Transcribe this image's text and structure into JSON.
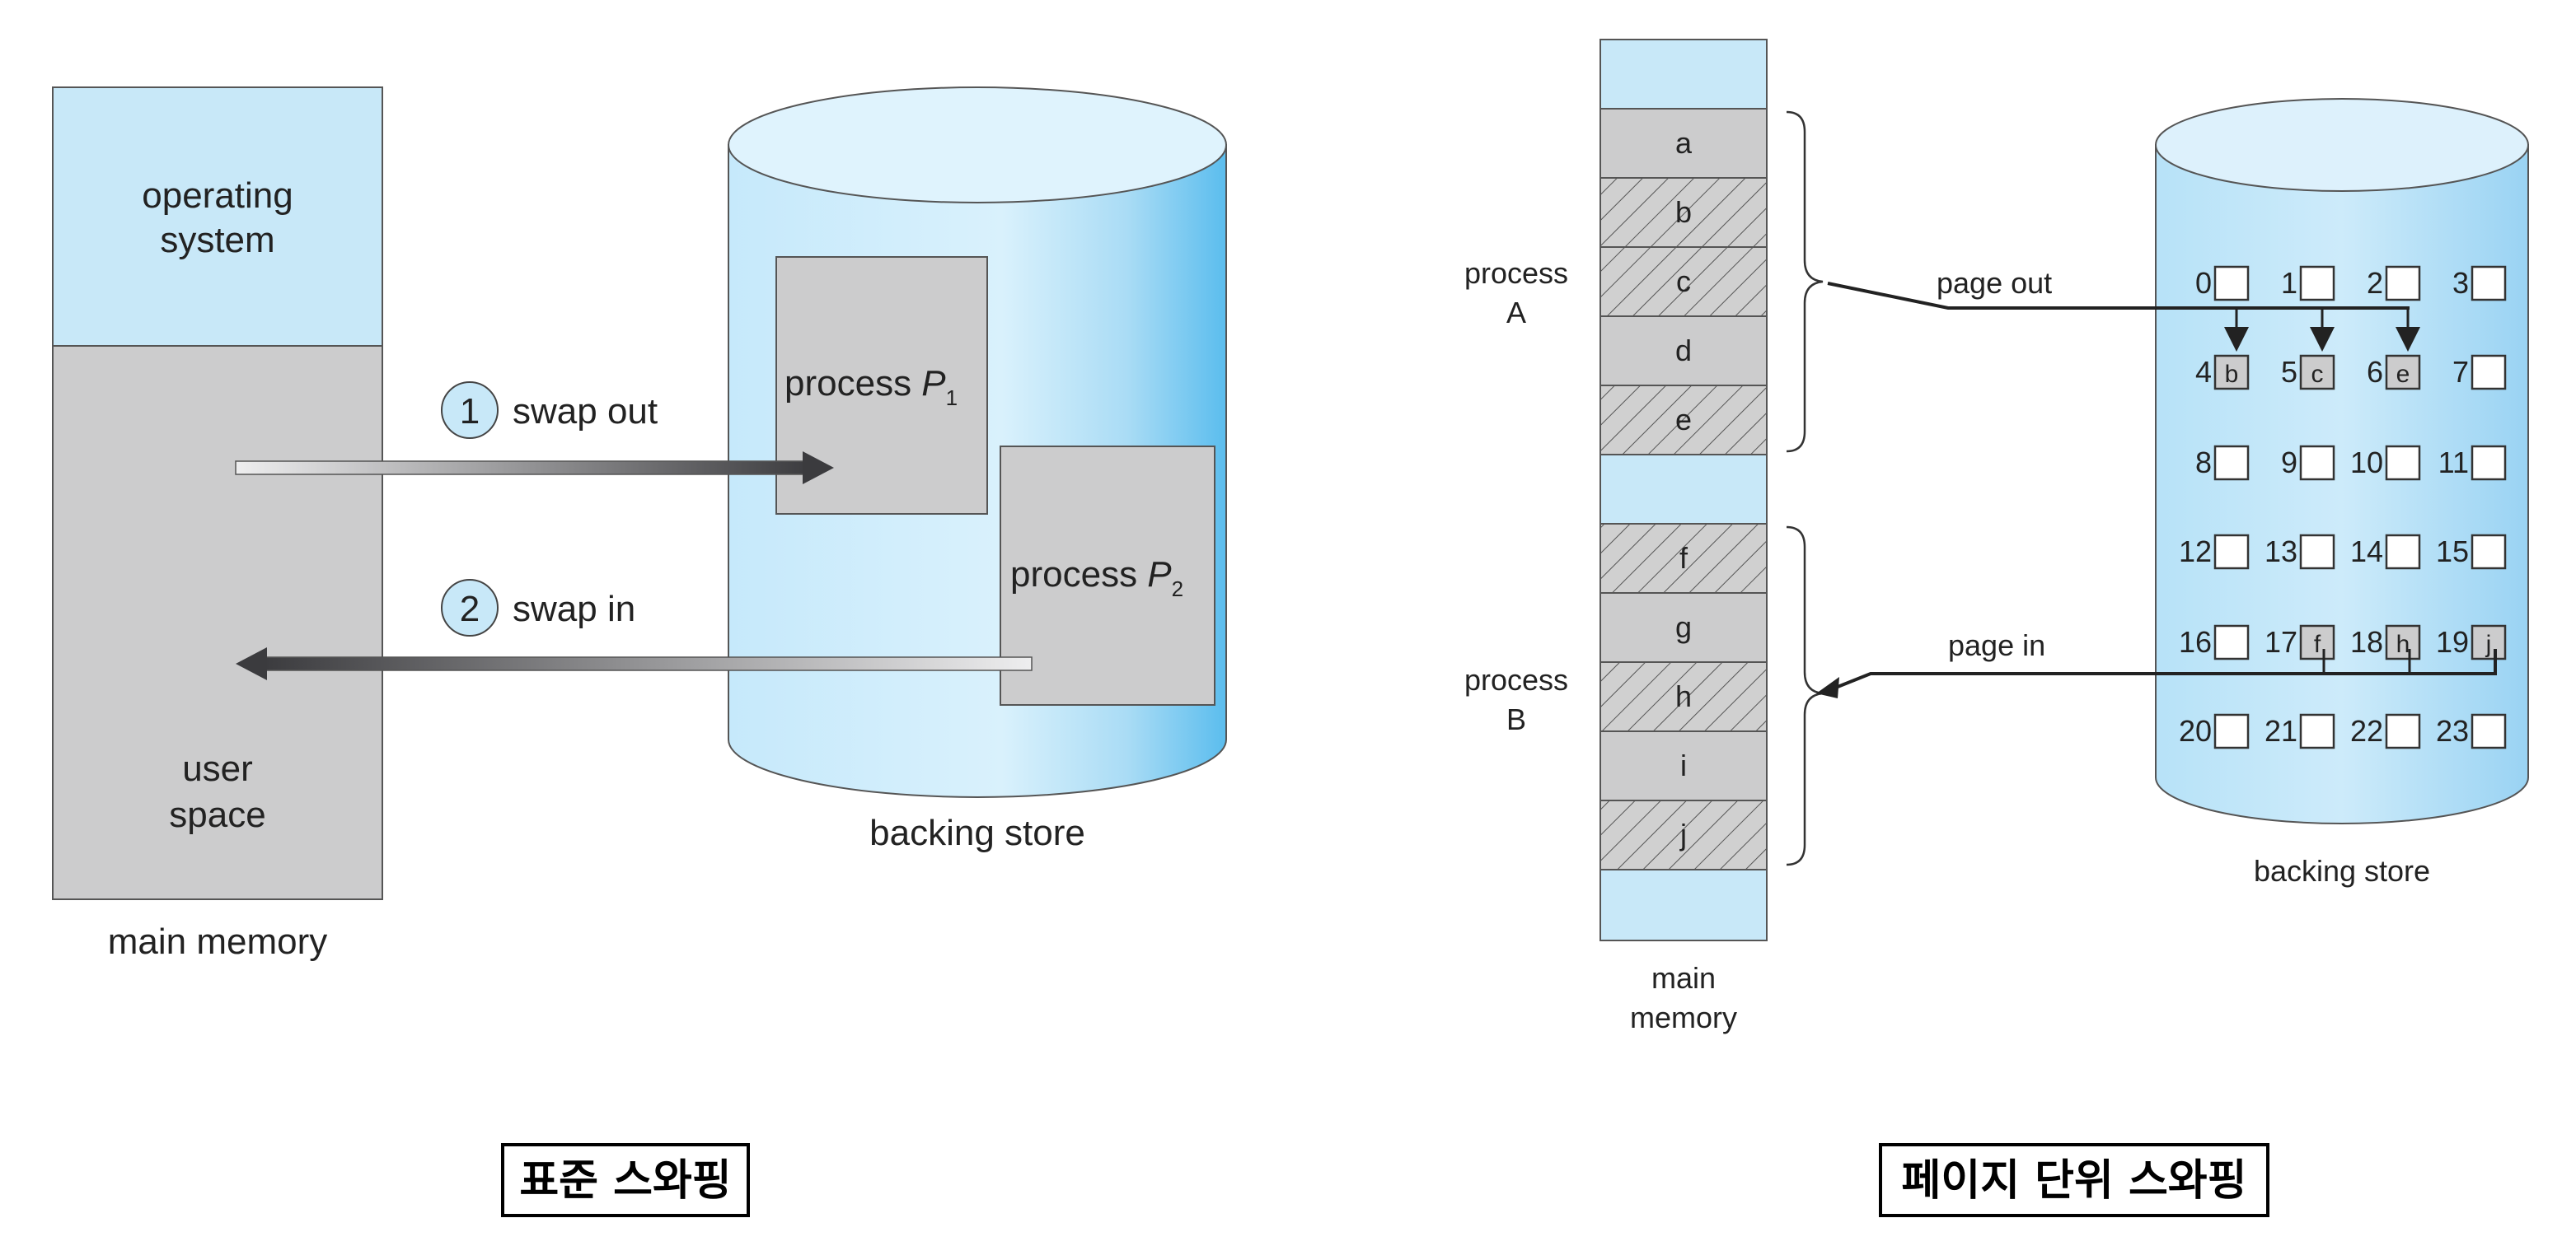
{
  "standard": {
    "main_memory": {
      "os_line1": "operating",
      "os_line2": "system",
      "user_line1": "user",
      "user_line2": "space",
      "label": "main memory"
    },
    "backing_store": {
      "label": "backing store",
      "p1_prefix": "process ",
      "p1_var": "P",
      "p1_sub": "1",
      "p2_prefix": "process ",
      "p2_var": "P",
      "p2_sub": "2"
    },
    "swap_out": {
      "num": "1",
      "text": "swap out"
    },
    "swap_in": {
      "num": "2",
      "text": "swap in"
    },
    "caption": "표준 스와핑"
  },
  "paged": {
    "main_memory": {
      "label_line1": "main",
      "label_line2": "memory",
      "pages": [
        "a",
        "b",
        "c",
        "d",
        "e",
        "f",
        "g",
        "h",
        "i",
        "j"
      ]
    },
    "process_a": {
      "line1": "process",
      "line2": "A"
    },
    "process_b": {
      "line1": "process",
      "line2": "B"
    },
    "page_out": "page out",
    "page_in": "page in",
    "backing_store": {
      "label": "backing store",
      "slot_numbers": [
        "0",
        "1",
        "2",
        "3",
        "4",
        "5",
        "6",
        "7",
        "8",
        "9",
        "10",
        "11",
        "12",
        "13",
        "14",
        "15",
        "16",
        "17",
        "18",
        "19",
        "20",
        "21",
        "22",
        "23"
      ],
      "filled_slots": {
        "4": "b",
        "5": "c",
        "6": "e",
        "17": "f",
        "18": "h",
        "19": "j"
      }
    },
    "caption": "페이지 단위 스와핑"
  },
  "colors": {
    "light_blue": "#c8e8f8",
    "cylinder_blue": "#78c8ee",
    "gray_box": "#cccccd",
    "arrow_dark": "#3b3b3e"
  }
}
